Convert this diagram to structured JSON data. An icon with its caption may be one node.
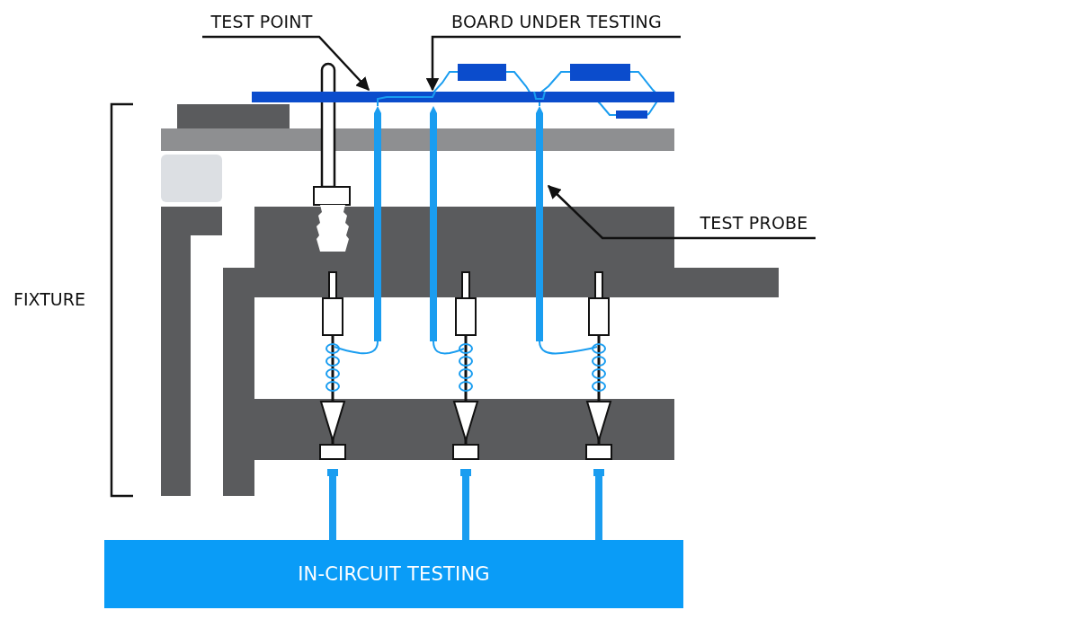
{
  "diagram": {
    "nodes": [
      {
        "text": [
          "TEST POINT"
        ]
      },
      {
        "text": [
          "BOARD UNDER TESTING"
        ]
      },
      {
        "text": [
          "TEST PROBE"
        ]
      },
      {
        "text": [],
        "shape": "bar"
      },
      {
        "text": [],
        "shape": "bar"
      },
      {
        "text": [
          "IN-CIRCUIT TESTING"
        ]
      }
    ],
    "edges": [
      {
        "from": 0,
        "to": 3,
        "arrow": "to"
      },
      {
        "from": 1,
        "to": 3,
        "arrow": "to"
      },
      {
        "from": 2,
        "to": 4,
        "arrow": "to"
      }
    ],
    "labels": [
      "FIXTURE"
    ]
  }
}
